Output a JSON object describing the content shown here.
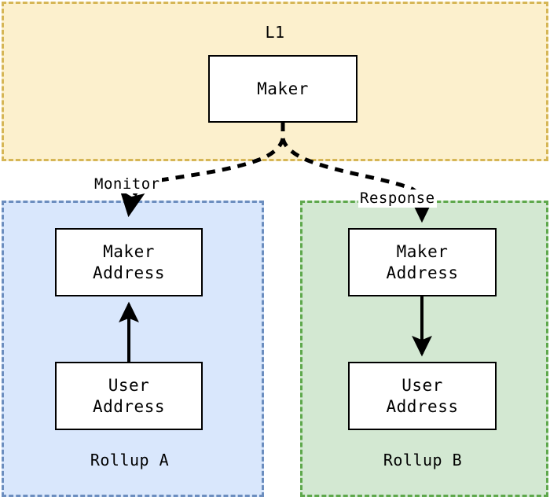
{
  "diagram": {
    "title_hidden": "",
    "zones": [
      {
        "id": "l1",
        "label": "L1",
        "fill": "#FCF0CD",
        "stroke": "#D6B656",
        "style": "dashed"
      },
      {
        "id": "rollup-a",
        "label": "Rollup A",
        "fill": "#D9E7FC",
        "stroke": "#6C8EBF",
        "style": "dashed"
      },
      {
        "id": "rollup-b",
        "label": "Rollup B",
        "fill": "#D3E8D2",
        "stroke": "#5EA84C",
        "style": "dashed"
      }
    ],
    "nodes": [
      {
        "id": "l1-maker",
        "zone": "l1",
        "line1": "Maker",
        "line2": "",
        "fill": "#FFFFFF",
        "stroke": "#000000"
      },
      {
        "id": "a-maker-address",
        "zone": "rollup-a",
        "line1": "Maker",
        "line2": "Address",
        "fill": "#FFFFFF",
        "stroke": "#000000"
      },
      {
        "id": "a-user-address",
        "zone": "rollup-a",
        "line1": "User",
        "line2": "Address",
        "fill": "#FFFFFF",
        "stroke": "#000000"
      },
      {
        "id": "b-maker-address",
        "zone": "rollup-b",
        "line1": "Maker",
        "line2": "Address",
        "fill": "#FFFFFF",
        "stroke": "#000000"
      },
      {
        "id": "b-user-address",
        "zone": "rollup-b",
        "line1": "User",
        "line2": "Address",
        "fill": "#FFFFFF",
        "stroke": "#000000"
      }
    ],
    "edges": [
      {
        "id": "monitor",
        "label": "Monitor",
        "from": "l1-maker",
        "to": "a-maker-address",
        "style": "dashed",
        "color": "#000000",
        "arrow": "end"
      },
      {
        "id": "response",
        "label": "Response",
        "from": "l1-maker",
        "to": "b-maker-address",
        "style": "dashed",
        "color": "#000000",
        "arrow": "end"
      },
      {
        "id": "a-user-to-maker",
        "label": "",
        "from": "a-user-address",
        "to": "a-maker-address",
        "style": "solid",
        "color": "#000000",
        "arrow": "end"
      },
      {
        "id": "b-maker-to-user",
        "label": "",
        "from": "b-maker-address",
        "to": "b-user-address",
        "style": "solid",
        "color": "#000000",
        "arrow": "end"
      }
    ]
  }
}
